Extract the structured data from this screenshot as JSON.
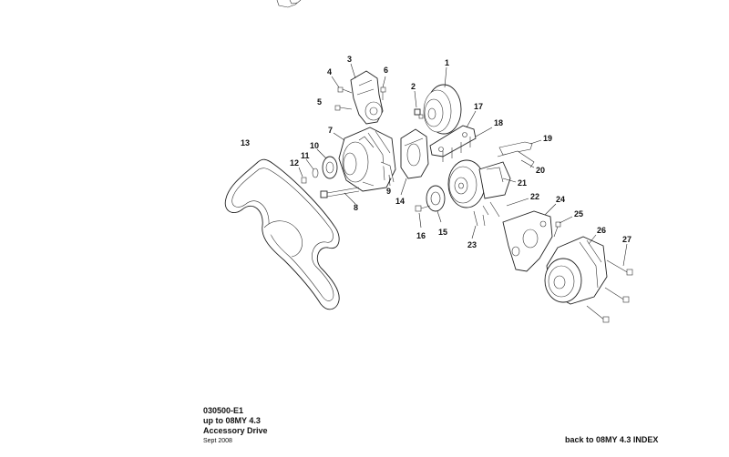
{
  "footer": {
    "code": "030500-E1",
    "subtitle": "up to 08MY 4.3",
    "title": "Accessory Drive",
    "date": "Sept 2008",
    "back_link": "back to 08MY 4.3 INDEX"
  },
  "callouts": [
    "1",
    "2",
    "3",
    "4",
    "5",
    "6",
    "7",
    "8",
    "9",
    "10",
    "11",
    "12",
    "13",
    "14",
    "15",
    "16",
    "17",
    "18",
    "19",
    "20",
    "21",
    "22",
    "23",
    "24",
    "25",
    "26",
    "27"
  ]
}
